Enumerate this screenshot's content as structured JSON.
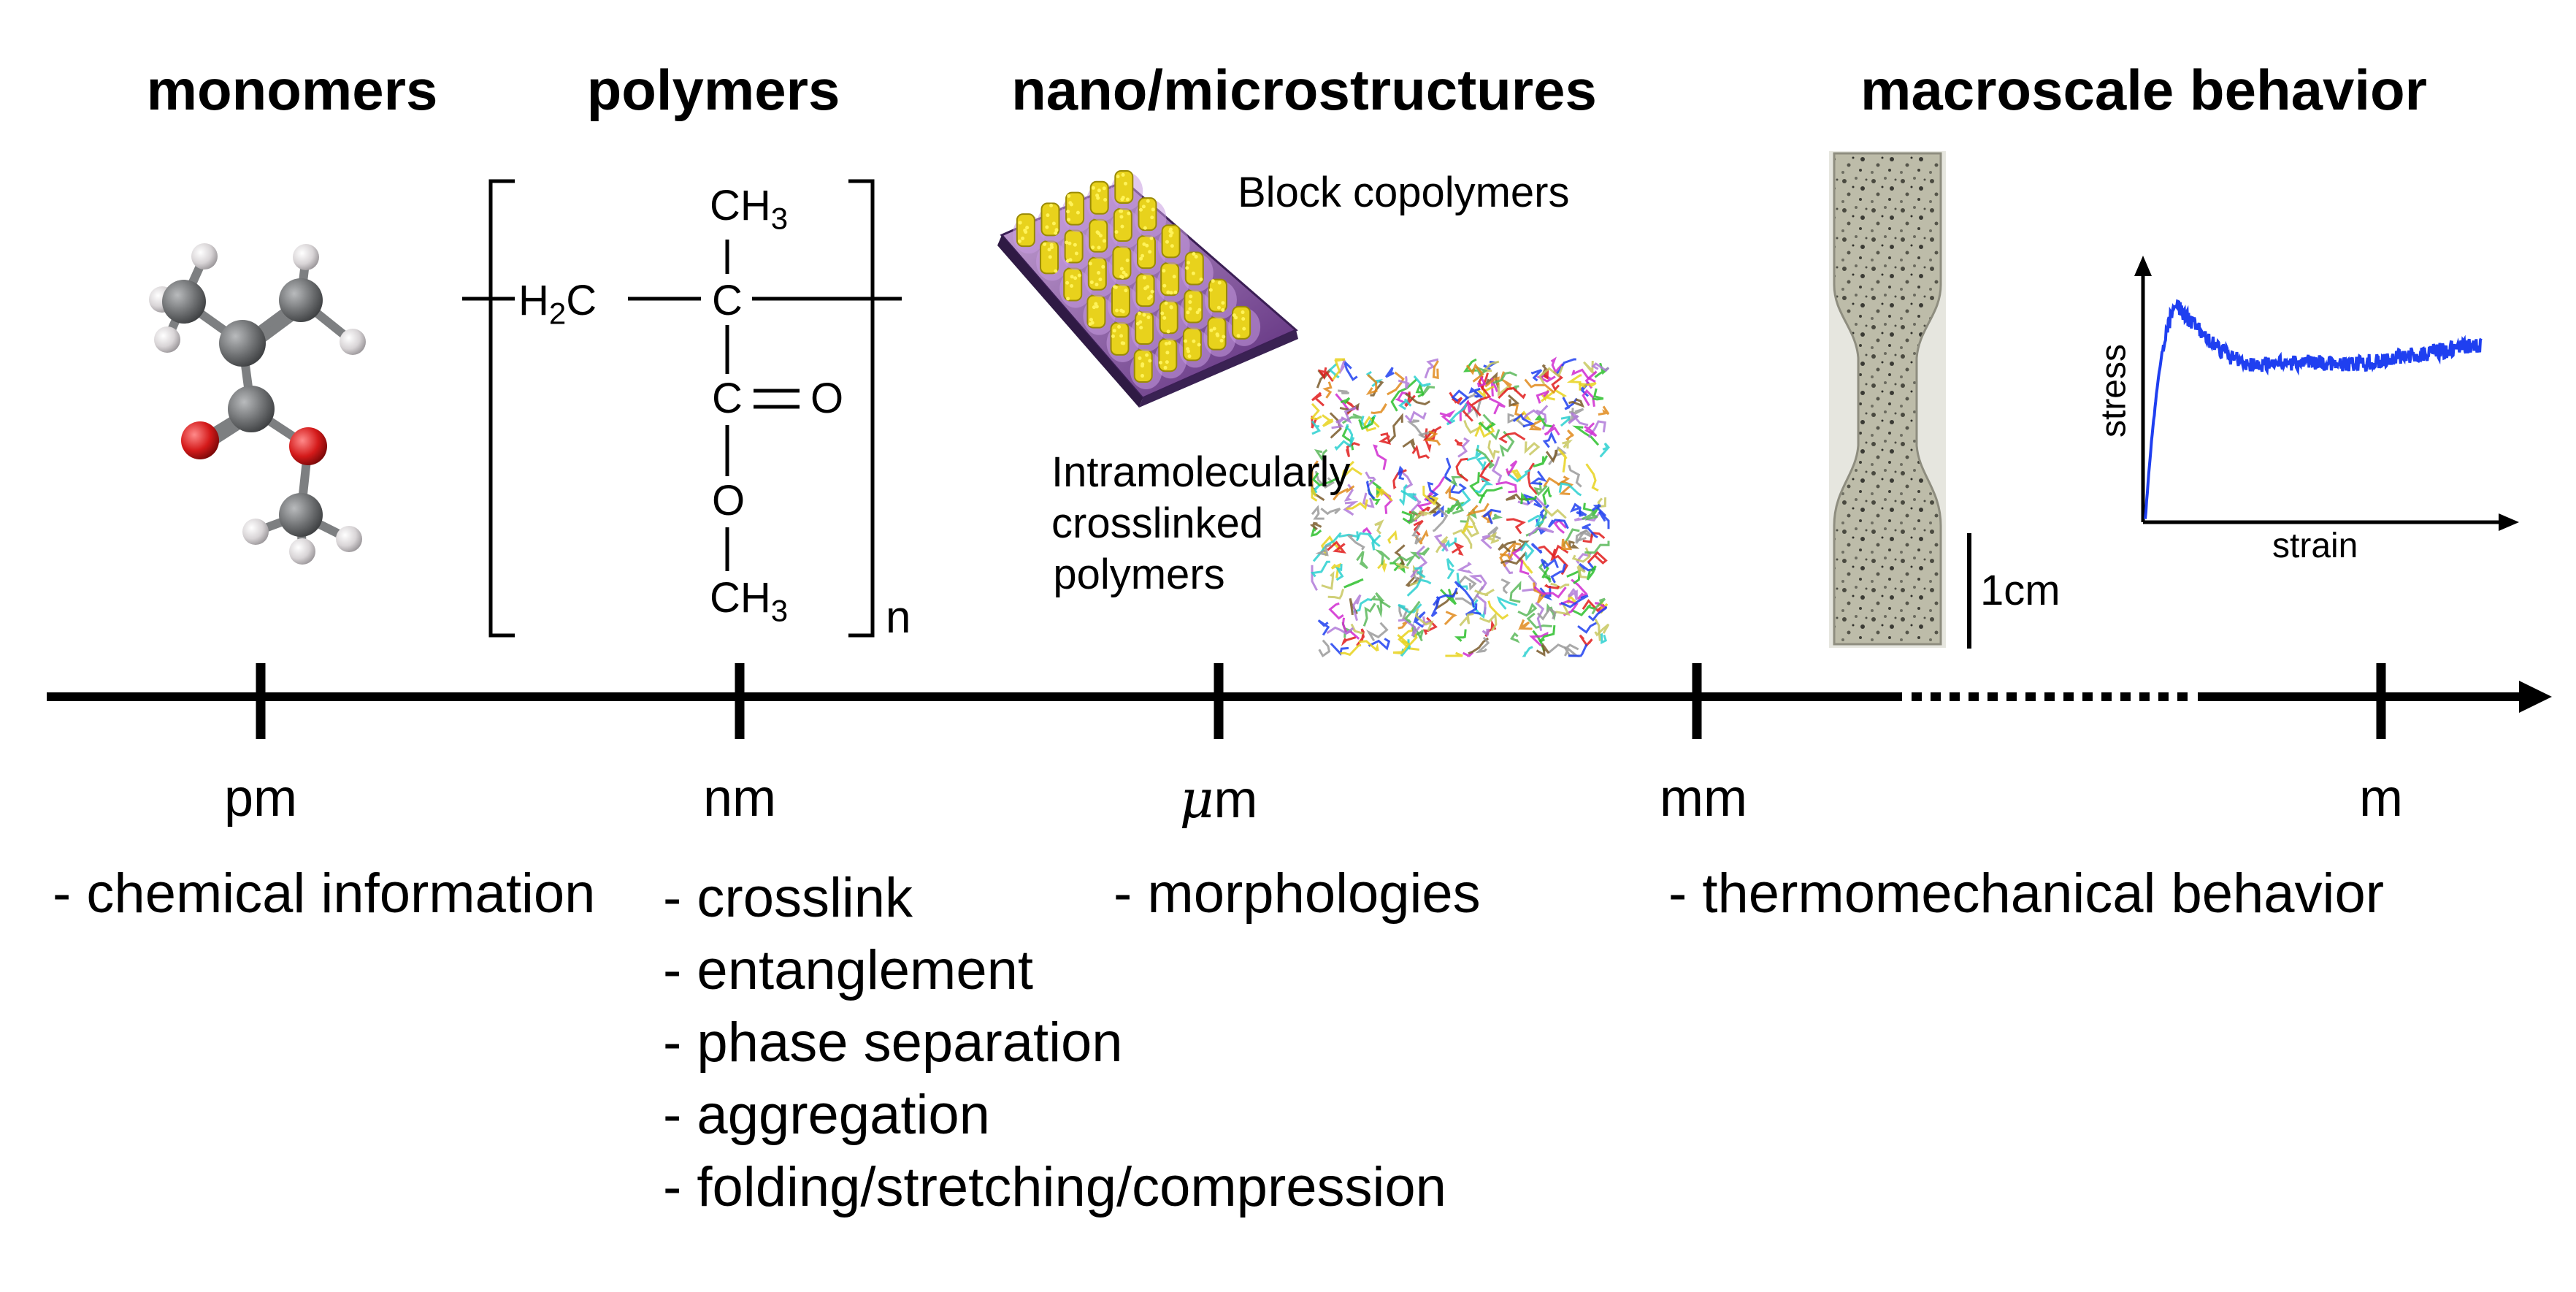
{
  "headers": {
    "monomers": "monomers",
    "polymers": "polymers",
    "nano": "nano/microstructures",
    "macro": "macroscale behavior"
  },
  "structure": {
    "ch3_top": "CH",
    "ch3_top_sub": "3",
    "h2c": "H",
    "h2c_sub": "2",
    "h2c_c": "C",
    "c_main": "C",
    "c_carbonyl": "C",
    "o_double": "O",
    "o_ester": "O",
    "ch3_bottom": "CH",
    "ch3_bottom_sub": "3",
    "n": "n"
  },
  "nano_labels": {
    "block": "Block copolymers",
    "intra_line1": "Intramolecularly",
    "intra_line2": "crosslinked",
    "intra_line3": "polymers"
  },
  "scale_bar": "1cm",
  "plot": {
    "ylabel": "stress",
    "xlabel": "strain"
  },
  "units": {
    "pm": "pm",
    "nm": "nm",
    "um_mu": "μ",
    "um_m": "m",
    "mm": "mm",
    "m": "m"
  },
  "descriptions": {
    "pm": "- chemical information",
    "nm": [
      "- crosslink",
      "- entanglement",
      "- phase separation",
      "- aggregation",
      "- folding/stretching/compression"
    ],
    "um": "- morphologies",
    "mm": "- thermomechanical behavior"
  },
  "colors": {
    "axis": "#000000",
    "curve": "#1f3ff0",
    "oxygen": "#d41a1a",
    "carbon": "#6e7072",
    "hydrogen": "#d8d4d6",
    "specimen": "#b7b7a4"
  }
}
